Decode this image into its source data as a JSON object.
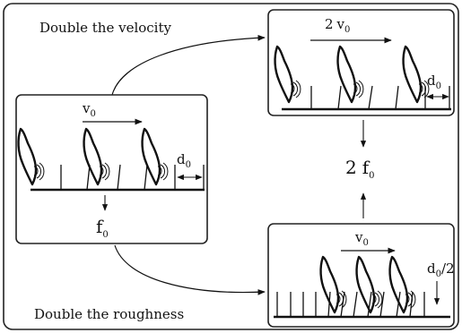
{
  "labels": {
    "double_velocity": "Double the velocity",
    "double_roughness": "Double the roughness"
  },
  "panel_left": {
    "velocity": "v",
    "velocity_sub": "0",
    "spacing": "d",
    "spacing_sub": "0",
    "frequency": "f",
    "frequency_sub": "0"
  },
  "panel_top_right": {
    "velocity_coef": "2",
    "velocity": "v",
    "velocity_sub": "0",
    "spacing": "d",
    "spacing_sub": "0"
  },
  "result": {
    "coef": "2",
    "frequency": "f",
    "frequency_sub": "0"
  },
  "panel_bottom_right": {
    "velocity": "v",
    "velocity_sub": "0",
    "spacing": "d",
    "spacing_sub": "0",
    "spacing_suffix": "/2"
  }
}
